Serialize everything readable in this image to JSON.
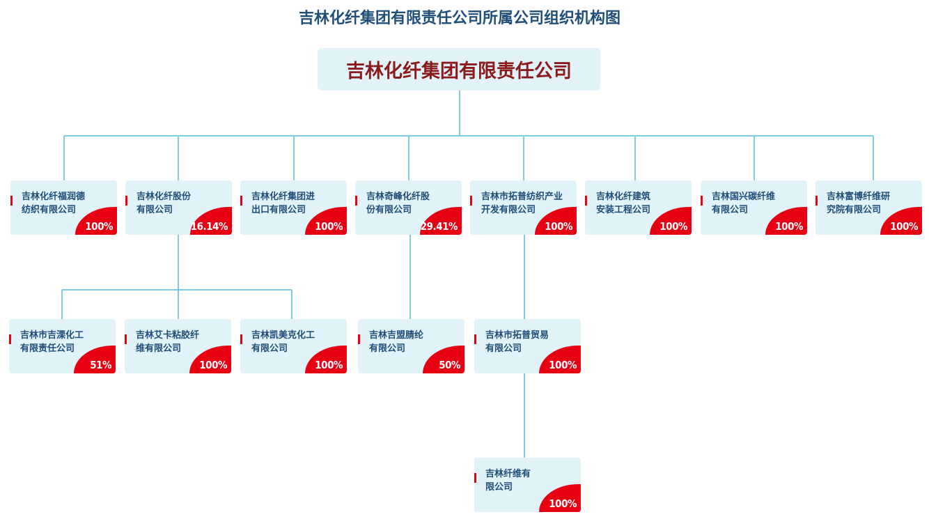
{
  "title": "吉林化纤集团有限责任公司所属公司组织机构图",
  "root": "吉林化纤集团有限责任公司",
  "colors": {
    "title": "#1f4e79",
    "root_text": "#8b1a1a",
    "box": "#e2f2f9",
    "accent": "#e60012",
    "line": "#7ecbe6"
  },
  "level1": [
    {
      "name": "吉林化纤福润德\n纺织有限公司",
      "pct": "100%"
    },
    {
      "name": "吉林化纤股份\n有限公司",
      "pct": "16.14%"
    },
    {
      "name": "吉林化纤集团进\n出口有限公司",
      "pct": "100%"
    },
    {
      "name": "吉林奇峰化纤股\n份有限公司",
      "pct": "29.41%"
    },
    {
      "name": "吉林市拓普纺织产业\n开发有限公司",
      "pct": "100%"
    },
    {
      "name": "吉林化纤建筑\n安装工程公司",
      "pct": "100%"
    },
    {
      "name": "吉林国兴碳纤维\n有限公司",
      "pct": "100%"
    },
    {
      "name": "吉林富博纤维研\n究院有限公司",
      "pct": "100%"
    }
  ],
  "level2": [
    {
      "name": "吉林市吉溧化工\n有限责任公司",
      "pct": "51%"
    },
    {
      "name": "吉林艾卡粘胶纤\n维有限公司",
      "pct": "100%"
    },
    {
      "name": "吉林凯美克化工\n有限公司",
      "pct": "100%"
    },
    {
      "name": "吉林吉盟腈纶\n有限公司",
      "pct": "50%"
    },
    {
      "name": "吉林市拓普贸易\n有限公司",
      "pct": "100%"
    }
  ],
  "level3": [
    {
      "name": "吉林纤维有\n限公司",
      "pct": "100%"
    }
  ]
}
